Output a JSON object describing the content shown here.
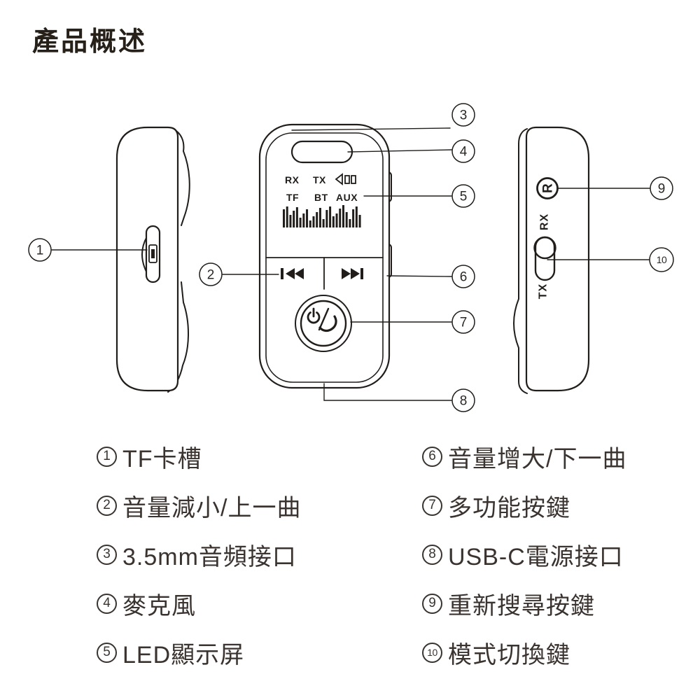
{
  "title": "產品概述",
  "diagram": {
    "display": {
      "row1": [
        "RX",
        "TX"
      ],
      "row2": [
        "TF",
        "BT",
        "AUX"
      ],
      "volume_icon": "speaker-volume-icon",
      "eq_bars": [
        26,
        30,
        18,
        24,
        29,
        14,
        20,
        26,
        10,
        16,
        22,
        28,
        12,
        25,
        30,
        16,
        20,
        27,
        32,
        22,
        12,
        26,
        30,
        18
      ]
    },
    "side_right": {
      "reset_label": "R",
      "rx_label": "RX",
      "tx_label": "TX"
    },
    "callouts": [
      {
        "num": "1"
      },
      {
        "num": "2"
      },
      {
        "num": "3"
      },
      {
        "num": "4"
      },
      {
        "num": "5"
      },
      {
        "num": "6"
      },
      {
        "num": "7"
      },
      {
        "num": "8"
      },
      {
        "num": "9"
      },
      {
        "num": "10"
      }
    ]
  },
  "legend": {
    "left": [
      {
        "num": "1",
        "label": "TF卡槽"
      },
      {
        "num": "2",
        "label": "音量減小/上一曲"
      },
      {
        "num": "3",
        "label": "3.5mm音頻接口"
      },
      {
        "num": "4",
        "label": "麥克風"
      },
      {
        "num": "5",
        "label": "LED顯示屏"
      }
    ],
    "right": [
      {
        "num": "6",
        "label": "音量增大/下一曲"
      },
      {
        "num": "7",
        "label": "多功能按鍵"
      },
      {
        "num": "8",
        "label": "USB-C電源接口"
      },
      {
        "num": "9",
        "label": "重新搜尋按鍵"
      },
      {
        "num": "10",
        "label": "模式切換鍵"
      }
    ]
  },
  "colors": {
    "ink": "#211d1a",
    "background": "#ffffff"
  }
}
